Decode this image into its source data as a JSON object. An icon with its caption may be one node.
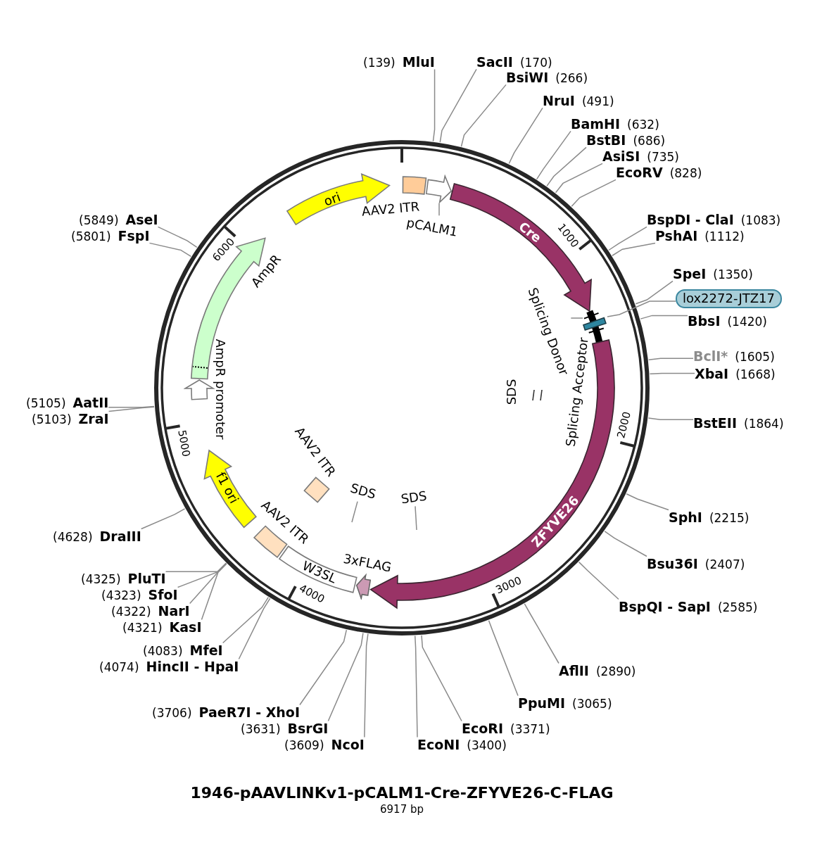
{
  "diagram": {
    "title": "1946-pAAVLINKv1-pCALM1-Cre-ZFYVE26-C-FLAG",
    "caption": "6917 bp",
    "nodes": [
      {
        "text": [
          "(139)",
          "MluI"
        ]
      },
      {
        "text": [
          "SacII",
          "(170)"
        ]
      },
      {
        "text": [
          "BsiWI",
          "(266)"
        ]
      },
      {
        "text": [
          "NruI",
          "(491)"
        ]
      },
      {
        "text": [
          "BamHI",
          "(632)"
        ]
      },
      {
        "text": [
          "BstBI",
          "(686)"
        ]
      },
      {
        "text": [
          "AsiSI",
          "(735)"
        ]
      },
      {
        "text": [
          "EcoRV",
          "(828)"
        ]
      },
      {
        "text": [
          "BspDI - ClaI",
          "(1083)"
        ]
      },
      {
        "text": [
          "PshAI",
          "(1112)"
        ]
      },
      {
        "text": [
          "SpeI",
          "(1350)"
        ]
      },
      {
        "text": [
          "BbsI",
          "(1420)"
        ]
      },
      {
        "text": [
          "BclI*",
          "(1605)"
        ]
      },
      {
        "text": [
          "XbaI",
          "(1668)"
        ]
      },
      {
        "text": [
          "BstEII",
          "(1864)"
        ]
      },
      {
        "text": [
          "SphI",
          "(2215)"
        ]
      },
      {
        "text": [
          "Bsu36I",
          "(2407)"
        ]
      },
      {
        "text": [
          "BspQI - SapI",
          "(2585)"
        ]
      },
      {
        "text": [
          "AflII",
          "(2890)"
        ]
      },
      {
        "text": [
          "PpuMI",
          "(3065)"
        ]
      },
      {
        "text": [
          "EcoRI",
          "(3371)"
        ]
      },
      {
        "text": [
          "EcoNI",
          "(3400)"
        ]
      },
      {
        "text": [
          "(3609)",
          "NcoI"
        ]
      },
      {
        "text": [
          "(3631)",
          "BsrGI"
        ]
      },
      {
        "text": [
          "(3706)",
          "PaeR7I - XhoI"
        ]
      },
      {
        "text": [
          "(4074)",
          "HincII - HpaI"
        ]
      },
      {
        "text": [
          "(4083)",
          "MfeI"
        ]
      },
      {
        "text": [
          "(4321)",
          "KasI"
        ]
      },
      {
        "text": [
          "(4322)",
          "NarI"
        ]
      },
      {
        "text": [
          "(4323)",
          "SfoI"
        ]
      },
      {
        "text": [
          "(4325)",
          "PluTI"
        ]
      },
      {
        "text": [
          "(4628)",
          "DraIII"
        ]
      },
      {
        "text": [
          "(5103)",
          "ZraI"
        ]
      },
      {
        "text": [
          "(5105)",
          "AatII"
        ]
      },
      {
        "text": [
          "(5801)",
          "FspI"
        ]
      },
      {
        "text": [
          "(5849)",
          "AseI"
        ]
      },
      {
        "text": [
          "ori"
        ]
      },
      {
        "text": [
          "AAV2 ITR"
        ]
      },
      {
        "text": [],
        "shape": "arrow"
      },
      {
        "text": [
          "pCALM1"
        ]
      },
      {
        "text": [
          "Cre"
        ]
      },
      {
        "text": [],
        "shape": "bar"
      },
      {
        "text": [
          "Splicing Donor"
        ]
      },
      {
        "text": [],
        "shape": "box"
      },
      {
        "text": [
          "lox2272-JTZ17"
        ]
      },
      {
        "text": [
          "ZFYVE26"
        ]
      },
      {
        "text": [
          "3xFLAG"
        ]
      },
      {
        "text": [
          "W3SL"
        ]
      },
      {
        "text": [
          "AAV2 ITR"
        ]
      },
      {
        "text": [
          "f1 ori"
        ]
      },
      {
        "text": [
          "AAV2 ITR"
        ]
      },
      {
        "text": [
          "AmpR promoter"
        ]
      },
      {
        "text": [
          "AmpR"
        ]
      },
      {
        "text": [
          "SDS"
        ]
      },
      {
        "text": [
          "SDS"
        ]
      }
    ],
    "edges": [
      {
        "from": 0,
        "to": null,
        "arrow": "none"
      },
      {
        "from": 1,
        "to": null,
        "arrow": "none"
      },
      {
        "from": 2,
        "to": null,
        "arrow": "none"
      },
      {
        "from": 3,
        "to": null,
        "arrow": "none"
      },
      {
        "from": 4,
        "to": null,
        "arrow": "none"
      },
      {
        "from": 5,
        "to": null,
        "arrow": "none"
      },
      {
        "from": 6,
        "to": null,
        "arrow": "none"
      },
      {
        "from": 7,
        "to": null,
        "arrow": "none"
      },
      {
        "from": 8,
        "to": null,
        "arrow": "none"
      },
      {
        "from": 9,
        "to": null,
        "arrow": "none"
      },
      {
        "from": 10,
        "to": null,
        "arrow": "none"
      },
      {
        "from": 11,
        "to": null,
        "arrow": "none"
      },
      {
        "from": 12,
        "to": null,
        "arrow": "none"
      },
      {
        "from": 13,
        "to": null,
        "arrow": "none"
      },
      {
        "from": 14,
        "to": null,
        "arrow": "none"
      },
      {
        "from": 15,
        "to": null,
        "arrow": "none"
      },
      {
        "from": 16,
        "to": null,
        "arrow": "none"
      },
      {
        "from": 17,
        "to": null,
        "arrow": "none"
      },
      {
        "from": 18,
        "to": null,
        "arrow": "none"
      },
      {
        "from": 19,
        "to": null,
        "arrow": "none"
      },
      {
        "from": 20,
        "to": null,
        "arrow": "none"
      },
      {
        "from": 21,
        "to": null,
        "arrow": "none"
      },
      {
        "from": 22,
        "to": null,
        "arrow": "none"
      },
      {
        "from": 23,
        "to": null,
        "arrow": "none"
      },
      {
        "from": 24,
        "to": null,
        "arrow": "none"
      },
      {
        "from": 25,
        "to": null,
        "arrow": "none"
      },
      {
        "from": 26,
        "to": null,
        "arrow": "none"
      },
      {
        "from": 27,
        "to": null,
        "arrow": "none"
      },
      {
        "from": 28,
        "to": null,
        "arrow": "none"
      },
      {
        "from": 29,
        "to": null,
        "arrow": "none"
      },
      {
        "from": 30,
        "to": null,
        "arrow": "none"
      },
      {
        "from": 31,
        "to": null,
        "arrow": "none"
      },
      {
        "from": 32,
        "to": null,
        "arrow": "none"
      },
      {
        "from": 33,
        "to": null,
        "arrow": "none"
      },
      {
        "from": 34,
        "to": null,
        "arrow": "none"
      },
      {
        "from": 35,
        "to": null,
        "arrow": "none"
      },
      {
        "from": 39,
        "to": 38,
        "arrow": "none"
      },
      {
        "from": 42,
        "to": 41,
        "arrow": "none"
      },
      {
        "from": 44,
        "to": 43,
        "arrow": "none"
      },
      {
        "from": 53,
        "to": null,
        "arrow": "none"
      },
      {
        "from": 54,
        "to": null,
        "arrow": "none"
      }
    ],
    "labels": [
      "1000",
      "2000",
      "3000",
      "4000",
      "5000",
      "6000",
      "Splicing Acceptor",
      "SDS"
    ]
  }
}
